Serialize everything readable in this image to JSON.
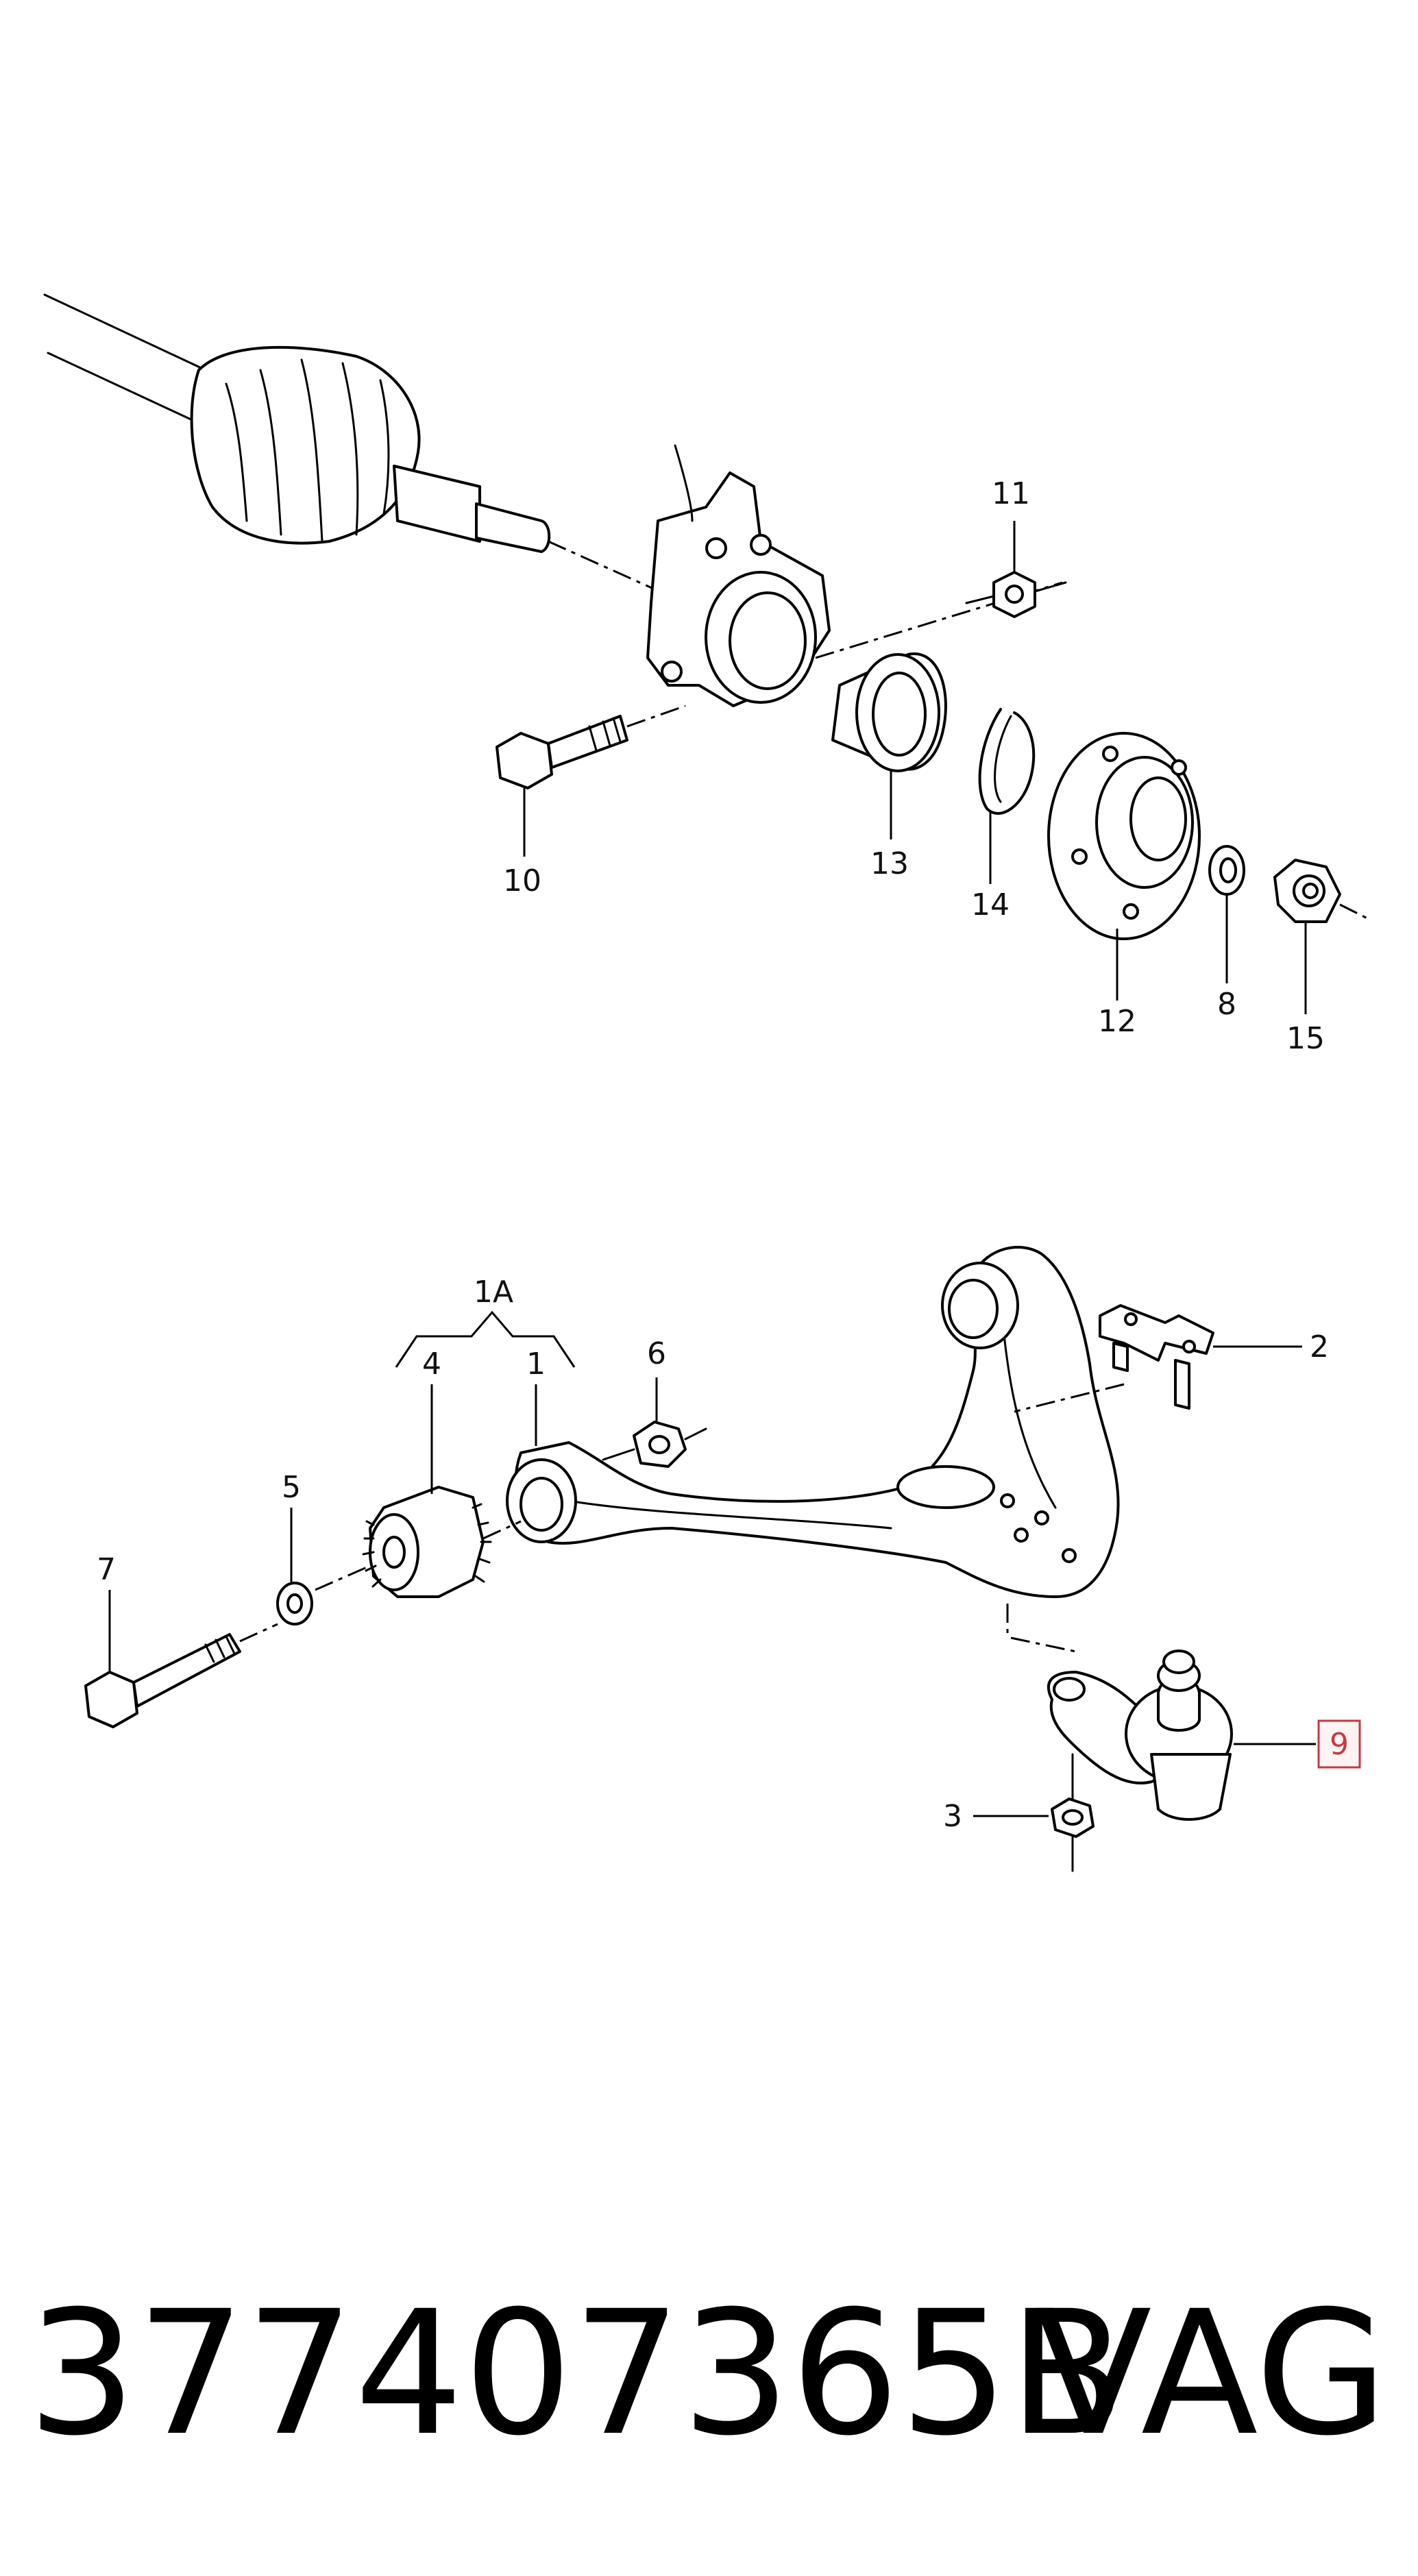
{
  "diagram": {
    "callouts": {
      "c1": "1",
      "c1a": "1A",
      "c2": "2",
      "c3": "3",
      "c4": "4",
      "c5": "5",
      "c6": "6",
      "c7": "7",
      "c8": "8",
      "c9": "9",
      "c10": "10",
      "c11": "11",
      "c12": "12",
      "c13": "13",
      "c14": "14",
      "c15": "15"
    },
    "highlight_color": "#c43a44"
  },
  "footer": {
    "part_number": "377407365B",
    "brand": "VAG"
  }
}
